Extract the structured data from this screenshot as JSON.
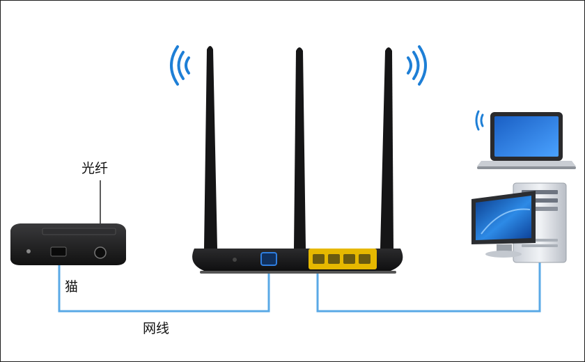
{
  "labels": {
    "fiber": "光纤",
    "modem": "猫",
    "cable": "网线"
  },
  "icons": {
    "wifi": "wifi-waves-icon",
    "laptop": "laptop-icon",
    "desktop": "desktop-computer-icon",
    "router": "wireless-router-icon",
    "modem": "modem-icon"
  },
  "colors": {
    "cable": "#5aa9e6",
    "wifi": "#1e7fd6",
    "device_body": "#1d1d1f",
    "port_highlight": "#f2c200",
    "screen": "#1f6fd1"
  }
}
